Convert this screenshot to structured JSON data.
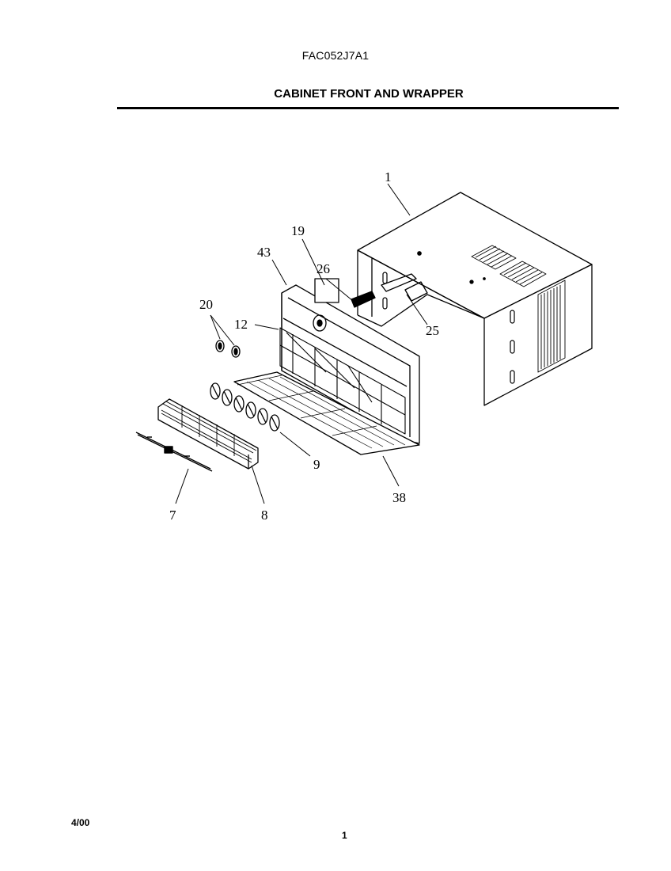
{
  "header": {
    "model": "FAC052J7A1",
    "section_title": "CABINET FRONT AND WRAPPER"
  },
  "diagram": {
    "callouts": [
      "1",
      "19",
      "43",
      "26",
      "20",
      "12",
      "25",
      "9",
      "38",
      "7",
      "8"
    ]
  },
  "footer": {
    "date": "4/00",
    "page_number": "1"
  }
}
